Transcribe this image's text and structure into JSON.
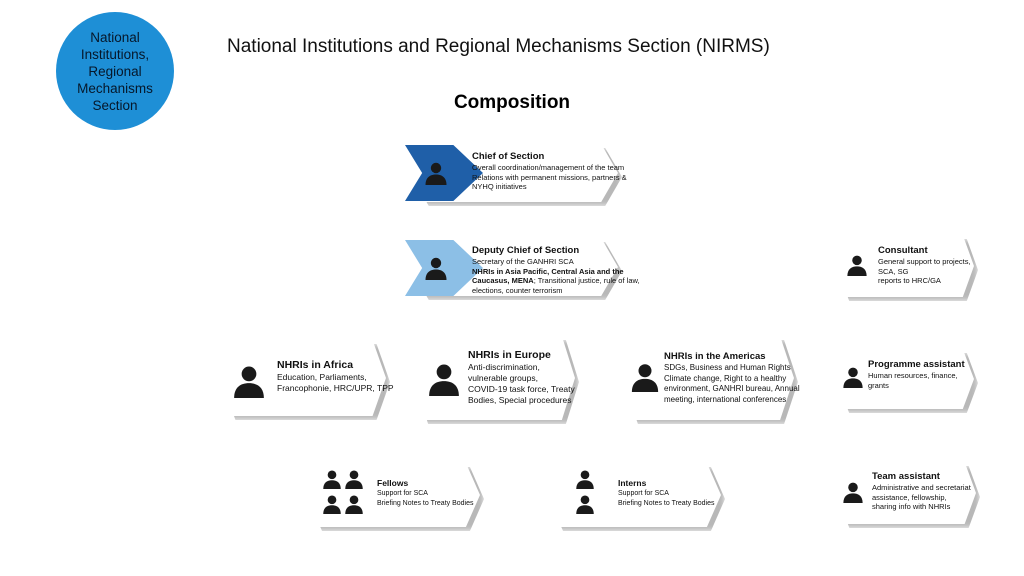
{
  "header": {
    "badge_text": "National\nInstitutions,\nRegional\nMechanisms\nSection",
    "title": "National Institutions and Regional Mechanisms Section (NIRMS)",
    "section": "Composition"
  },
  "colors": {
    "badge": "#1e8fd6",
    "chief_accent": "#1f5fa8",
    "deputy_accent": "#8cbfe6",
    "card_bg": "#ffffff",
    "icon": "#1a1a1a"
  },
  "cards": {
    "chief": {
      "title": "Chief of Section",
      "lines": [
        "Overall coordination/management of the team",
        "Relations with permanent missions, partners &",
        "NYHQ initiatives"
      ]
    },
    "deputy": {
      "title": "Deputy Chief of Section",
      "line1": "Secretary of the GANHRI SCA",
      "line2": "NHRIs in Asia Pacific, Central Asia and the",
      "line3_bold": "Caucasus, MENA",
      "line3_rest": "; Transitional justice, rule of law,",
      "line4": "elections, counter terrorism"
    },
    "consultant": {
      "title": "Consultant",
      "lines": [
        "General support to projects,",
        "SCA, SG",
        "reports to HRC/GA"
      ]
    },
    "africa": {
      "title": "NHRIs in Africa",
      "lines": [
        "Education, Parliaments,",
        "Francophonie, HRC/UPR, TPP"
      ]
    },
    "europe": {
      "title": "NHRIs in Europe",
      "lines": [
        "Anti-discrimination,",
        "vulnerable groups,",
        "COVID-19 task force, Treaty",
        "Bodies, Special procedures"
      ]
    },
    "americas": {
      "title": "NHRIs in the Americas",
      "lines": [
        "SDGs, Business and Human Rights",
        "Climate change, Right to a healthy",
        "environment, GANHRI bureau, Annual",
        "meeting, international conferences"
      ]
    },
    "programme": {
      "title": "Programme assistant",
      "lines": [
        "Human resources, finance,",
        "grants"
      ]
    },
    "fellows": {
      "title": "Fellows",
      "lines": [
        "Support for SCA",
        "Briefing Notes to Treaty Bodies"
      ]
    },
    "interns": {
      "title": "Interns",
      "lines": [
        "Support for SCA",
        "Briefing Notes to Treaty Bodies"
      ]
    },
    "team": {
      "title": "Team assistant",
      "lines": [
        "Administrative and secretariat",
        "assistance, fellowship,",
        "sharing info with NHRIs"
      ]
    }
  }
}
